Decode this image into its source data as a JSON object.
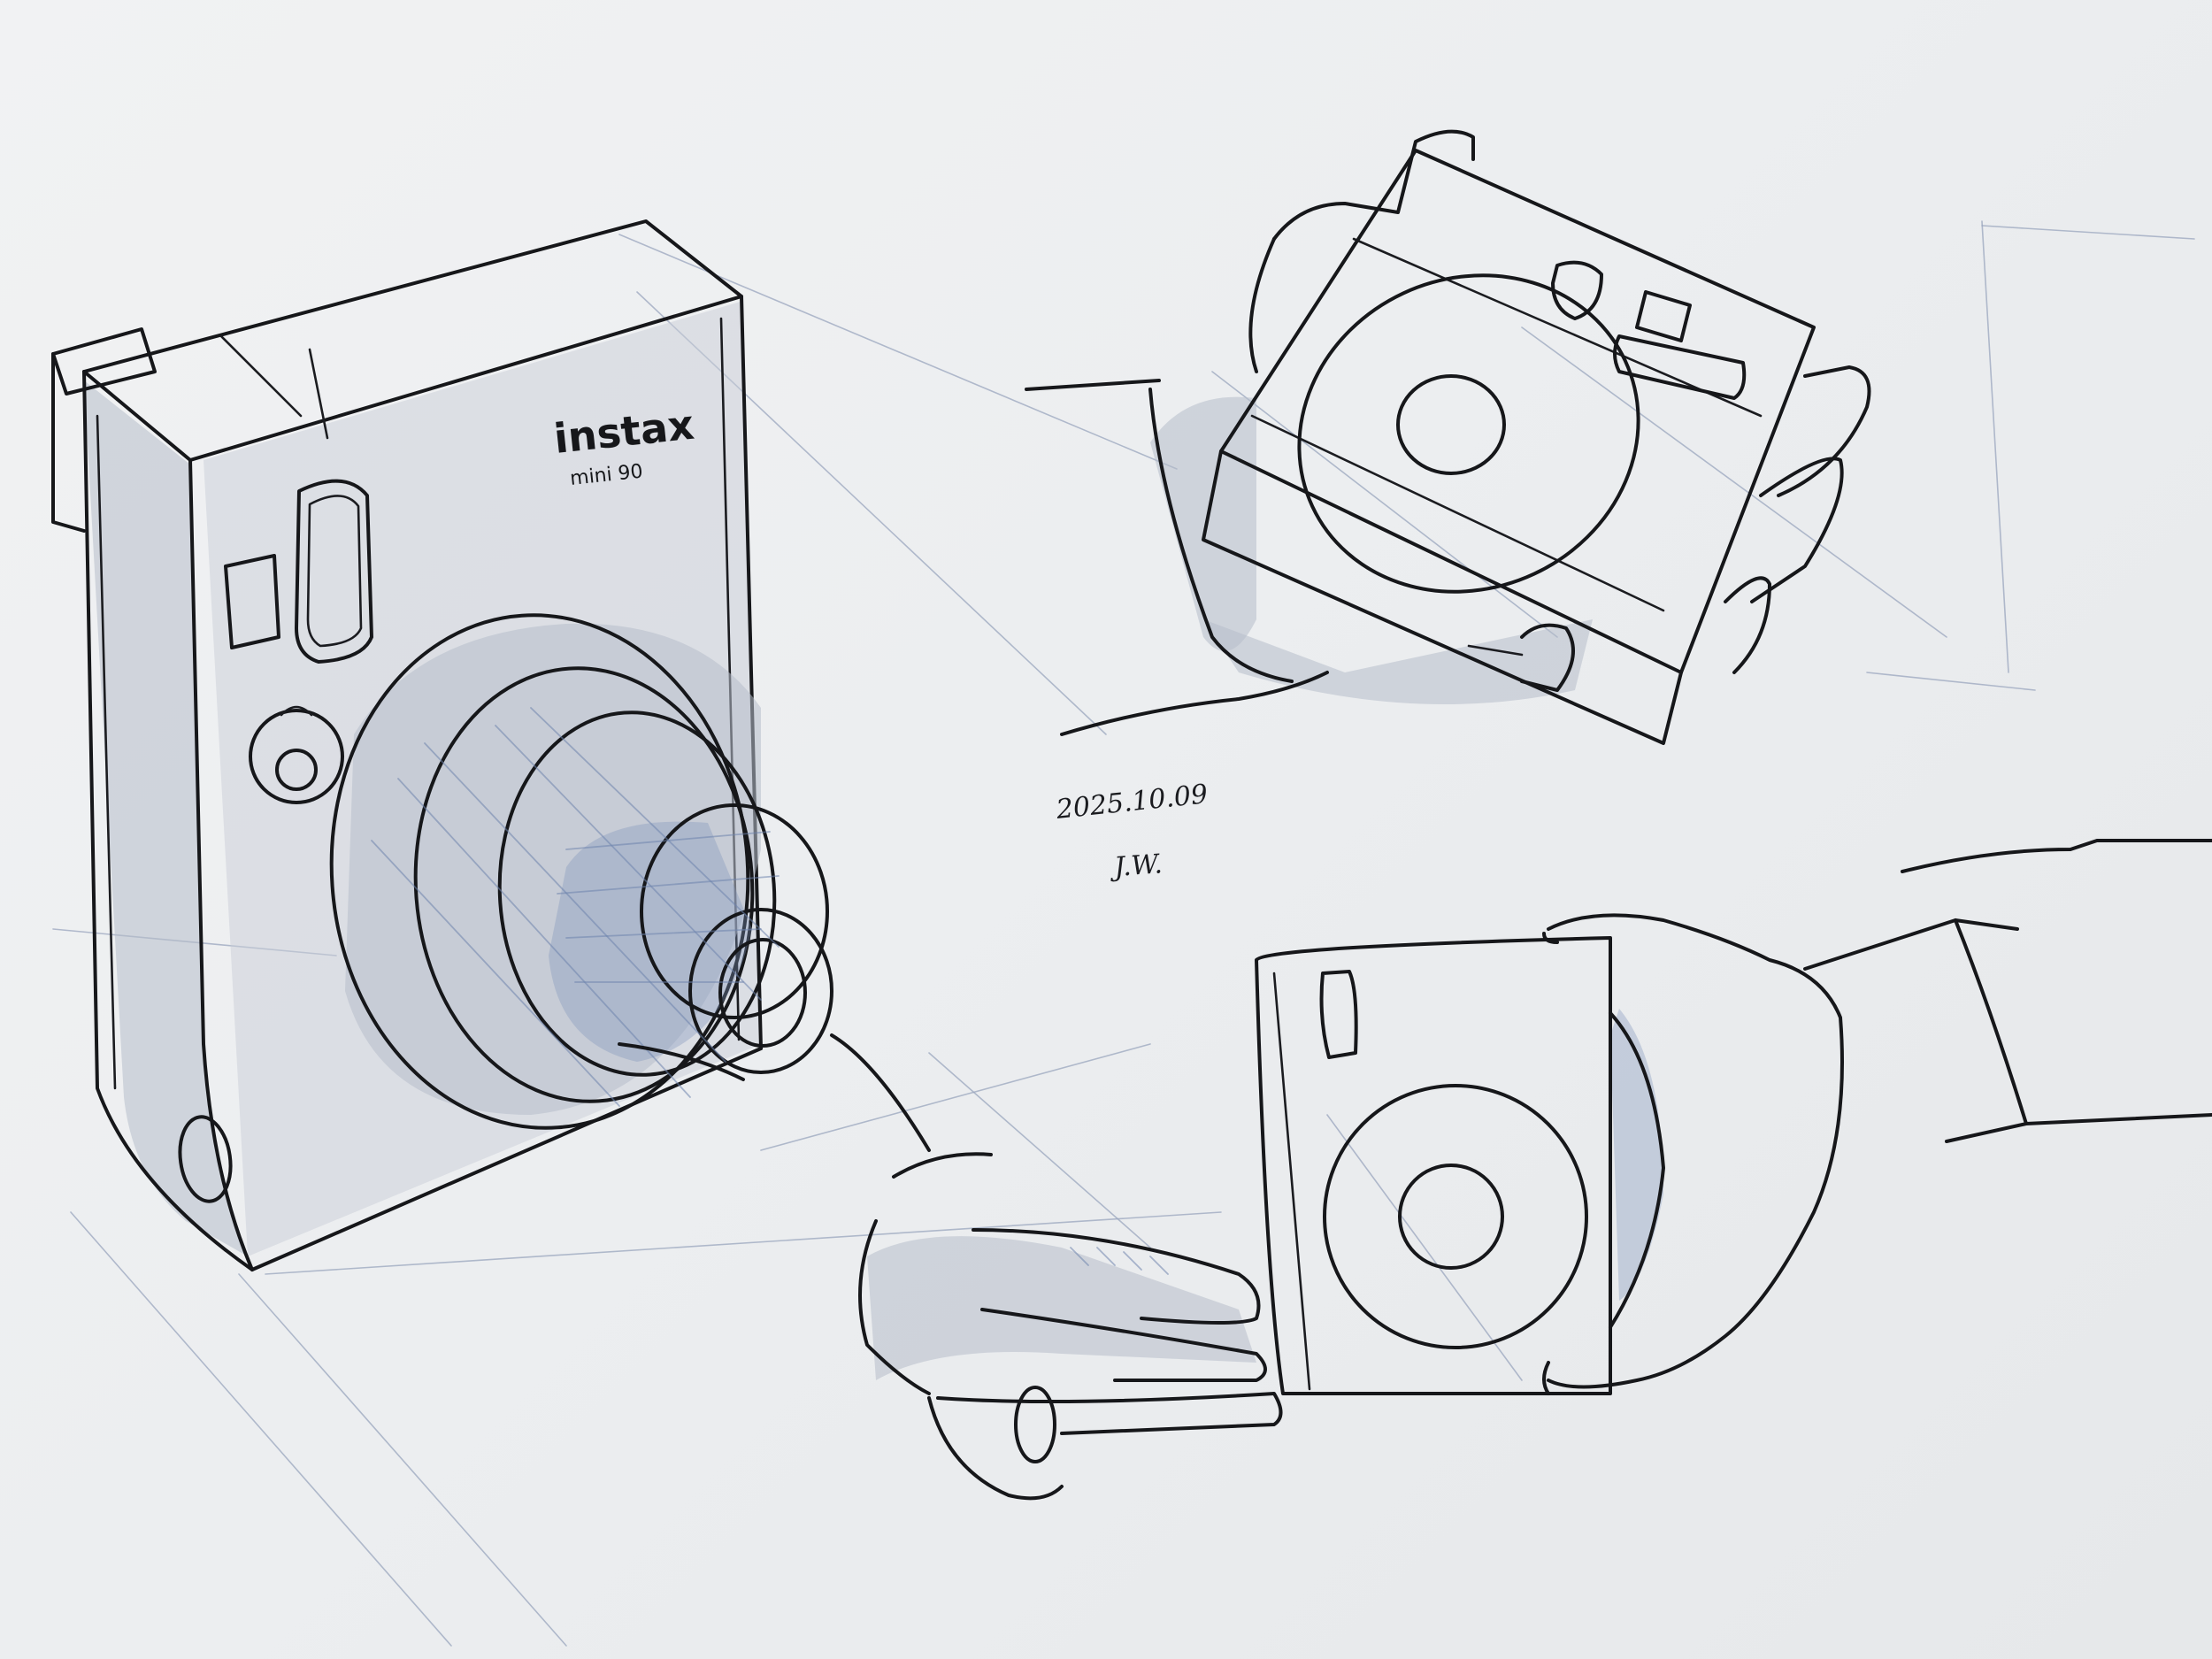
{
  "camera_label": {
    "brand": "instax",
    "model": "mini 90"
  },
  "note": {
    "date": "2025.10.09",
    "signature": "J.W."
  },
  "colors": {
    "paper": "#eceef0",
    "ink": "#16171a",
    "marker_gray": "#b7bdcb",
    "pencil_blue": "#6d83ad"
  }
}
